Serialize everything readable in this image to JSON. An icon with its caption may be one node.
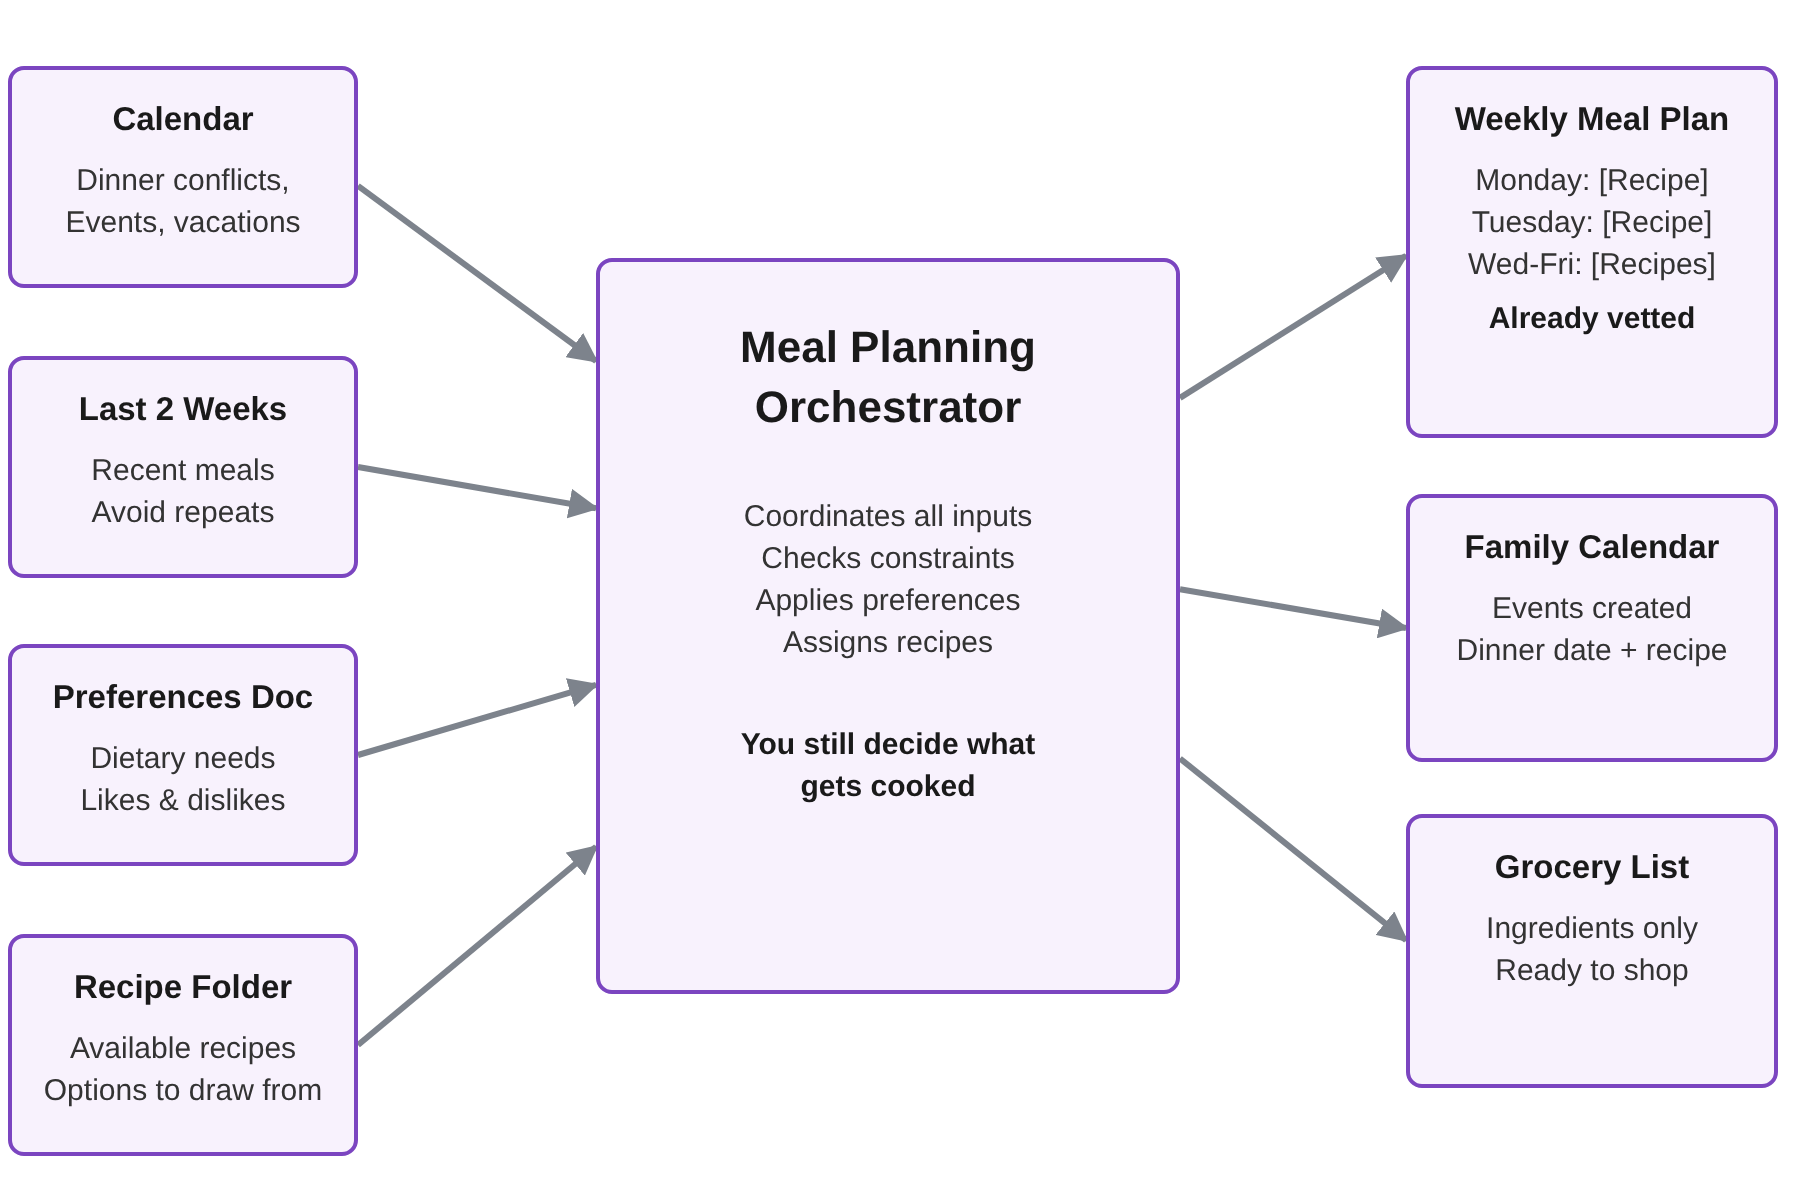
{
  "diagram": {
    "nodes": [
      {
        "text": [
          "Calendar",
          "Dinner conflicts, Events, vacations"
        ]
      },
      {
        "text": [
          "Last 2 Weeks",
          "Recent meals",
          "Avoid repeats"
        ]
      },
      {
        "text": [
          "Preferences Doc",
          "Dietary needs",
          "Likes & dislikes"
        ]
      },
      {
        "text": [
          "Recipe Folder",
          "Available recipes",
          "Options to draw from"
        ]
      },
      {
        "text": [
          "Meal Planning Orchestrator",
          "Coordinates all inputs",
          "Checks constraints",
          "Applies preferences",
          "Assigns recipes",
          "You still decide what gets cooked"
        ]
      },
      {
        "text": [
          "Weekly Meal Plan",
          "Monday: [Recipe]",
          "Tuesday: [Recipe]",
          "Wed-Fri: [Recipes]",
          "Already vetted"
        ]
      },
      {
        "text": [
          "Family Calendar",
          "Events created",
          "Dinner date + recipe"
        ]
      },
      {
        "text": [
          "Grocery List",
          "Ingredients only",
          "Ready to shop"
        ]
      }
    ],
    "edges": [
      {
        "from": 0,
        "to": 4,
        "arrow": "to"
      },
      {
        "from": 1,
        "to": 4,
        "arrow": "to"
      },
      {
        "from": 2,
        "to": 4,
        "arrow": "to"
      },
      {
        "from": 3,
        "to": 4,
        "arrow": "to"
      },
      {
        "from": 4,
        "to": 5,
        "arrow": "to"
      },
      {
        "from": 4,
        "to": 6,
        "arrow": "to"
      },
      {
        "from": 4,
        "to": 7,
        "arrow": "to"
      }
    ]
  }
}
